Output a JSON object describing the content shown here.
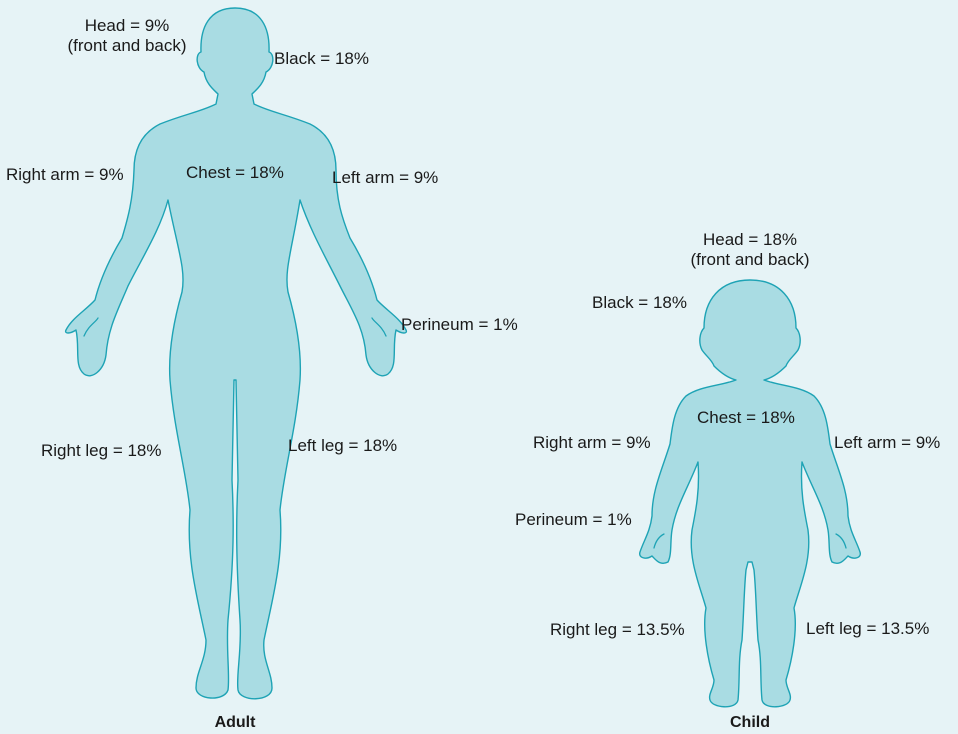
{
  "adult": {
    "caption": "Adult",
    "head": [
      "Head = 9%",
      "(front and back)"
    ],
    "back": "Black = 18%",
    "chest": "Chest = 18%",
    "right_arm": "Right arm = 9%",
    "left_arm": "Left arm = 9%",
    "perineum": "Perineum = 1%",
    "right_leg": "Right leg = 18%",
    "left_leg": "Left leg = 18%"
  },
  "child": {
    "caption": "Child",
    "head": [
      "Head = 18%",
      "(front and back)"
    ],
    "back": "Black = 18%",
    "chest": "Chest = 18%",
    "right_arm": "Right arm = 9%",
    "left_arm": "Left arm = 9%",
    "perineum": "Perineum = 1%",
    "right_leg": "Right leg = 13.5%",
    "left_leg": "Left leg = 13.5%"
  },
  "colors": {
    "background": "#e6f3f6",
    "body_fill": "#a9dce3",
    "outline": "#1ea3b5"
  }
}
